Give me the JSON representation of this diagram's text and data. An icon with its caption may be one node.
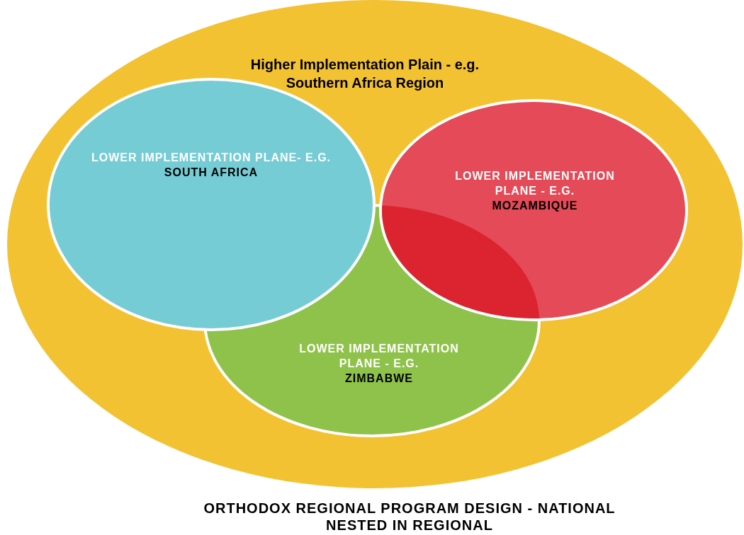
{
  "diagram": {
    "caption": "ORTHODOX REGIONAL PROGRAM DESIGN - NATIONAL NESTED IN REGIONAL",
    "nodes": [
      {
        "text": [
          "Higher Implementation Plain - e.g. Southern Africa Region"
        ]
      },
      {
        "text": [
          "LOWER IMPLEMENTATION PLANE- E.G.",
          "SOUTH AFRICA"
        ],
        "in": 0
      },
      {
        "text": [
          "LOWER IMPLEMENTATION PLANE - E.G.",
          "MOZAMBIQUE"
        ],
        "in": 0
      },
      {
        "text": [
          "LOWER IMPLEMENTATION PLANE - E.G.",
          "ZIMBABWE"
        ],
        "in": 0
      }
    ]
  }
}
